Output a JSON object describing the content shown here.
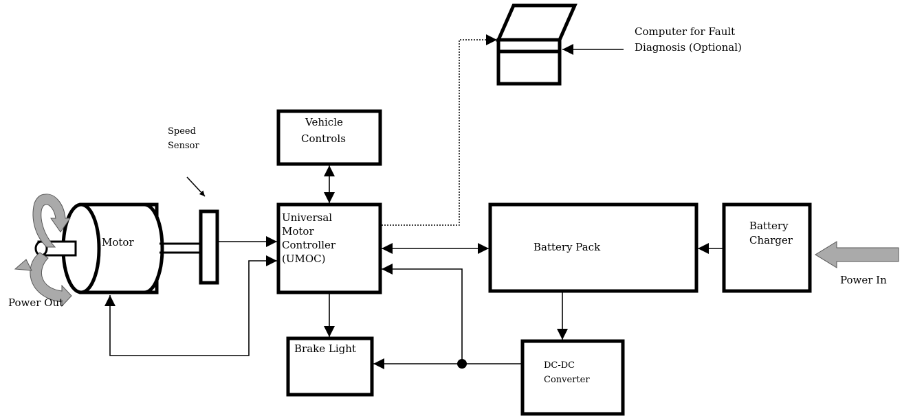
{
  "diagram": {
    "blocks": {
      "motor": "Motor",
      "speed_sensor": [
        "Speed",
        "Sensor"
      ],
      "vehicle_controls": [
        "Vehicle",
        "Controls"
      ],
      "umoc": [
        "Universal",
        "Motor",
        "Controller",
        "(UMOC)"
      ],
      "battery_pack": "Battery Pack",
      "battery_charger": [
        "Battery",
        "Charger"
      ],
      "brake_light": "Brake Light",
      "dcdc": [
        "DC-DC",
        "Converter"
      ],
      "computer": [
        "Computer for Fault",
        "Diagnosis (Optional)"
      ]
    },
    "io": {
      "power_out": "Power Out",
      "power_in": "Power In"
    },
    "colors": {
      "stroke": "#000000",
      "arrow_fill": "#aaaaaa",
      "background": "#ffffff"
    }
  }
}
